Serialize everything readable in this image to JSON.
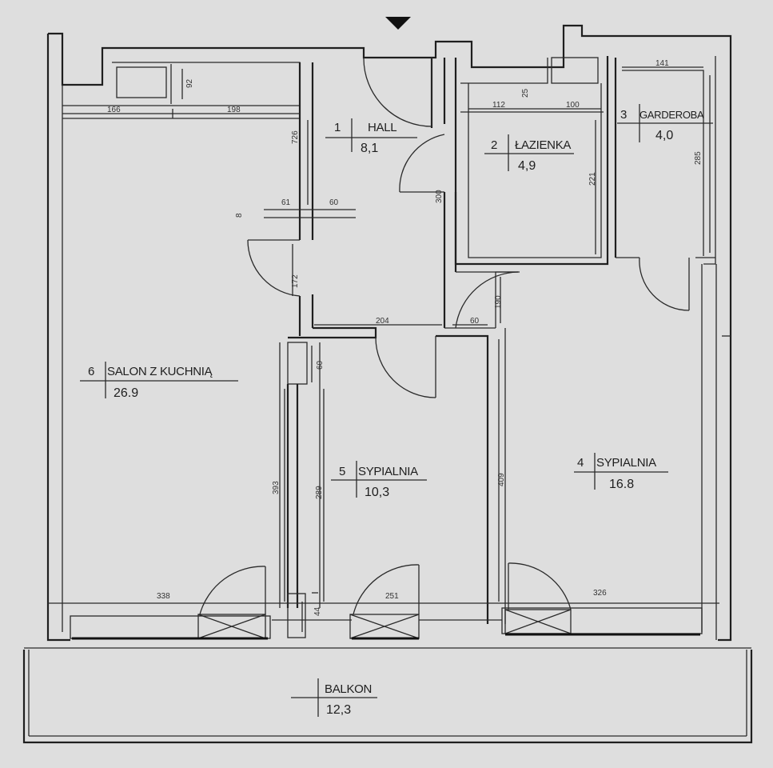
{
  "rooms": {
    "hall": {
      "number": "1",
      "name": "HALL",
      "area": "8,1"
    },
    "bathroom": {
      "number": "2",
      "name": "ŁAZIENKA",
      "area": "4,9"
    },
    "wardrobe": {
      "number": "3",
      "name": "GARDEROBA",
      "area": "4,0"
    },
    "bedroom_large": {
      "number": "4",
      "name": "SYPIALNIA",
      "area": "16.8"
    },
    "bedroom_small": {
      "number": "5",
      "name": "SYPIALNIA",
      "area": "10,3"
    },
    "living": {
      "number": "6",
      "name": "SALON Z KUCHNIĄ",
      "area": "26.9"
    },
    "balcony": {
      "name": "BALKON",
      "area": "12,3"
    }
  },
  "dimensions": {
    "top_left_1": "166",
    "top_left_2": "198",
    "niche_92": "92",
    "living_726": "726",
    "hall_61": "61",
    "hall_60": "60",
    "hall_8": "8",
    "living_door_172": "172",
    "bath_112": "112",
    "bath_100": "100",
    "bath_25": "25",
    "wardrobe_141": "141",
    "wardrobe_285": "285",
    "bath_221": "221",
    "hall_300": "300",
    "hall_204": "204",
    "bed_door_190": "190",
    "hall_60b": "60",
    "bed_small_60": "60",
    "living_393": "393",
    "bed_small_289": "289",
    "bed_large_409": "409",
    "bottom_338": "338",
    "bottom_44": "44",
    "bottom_251": "251",
    "bottom_326": "326"
  },
  "colors": {
    "paper": "#dedede",
    "ink": "#1f1f1f"
  }
}
